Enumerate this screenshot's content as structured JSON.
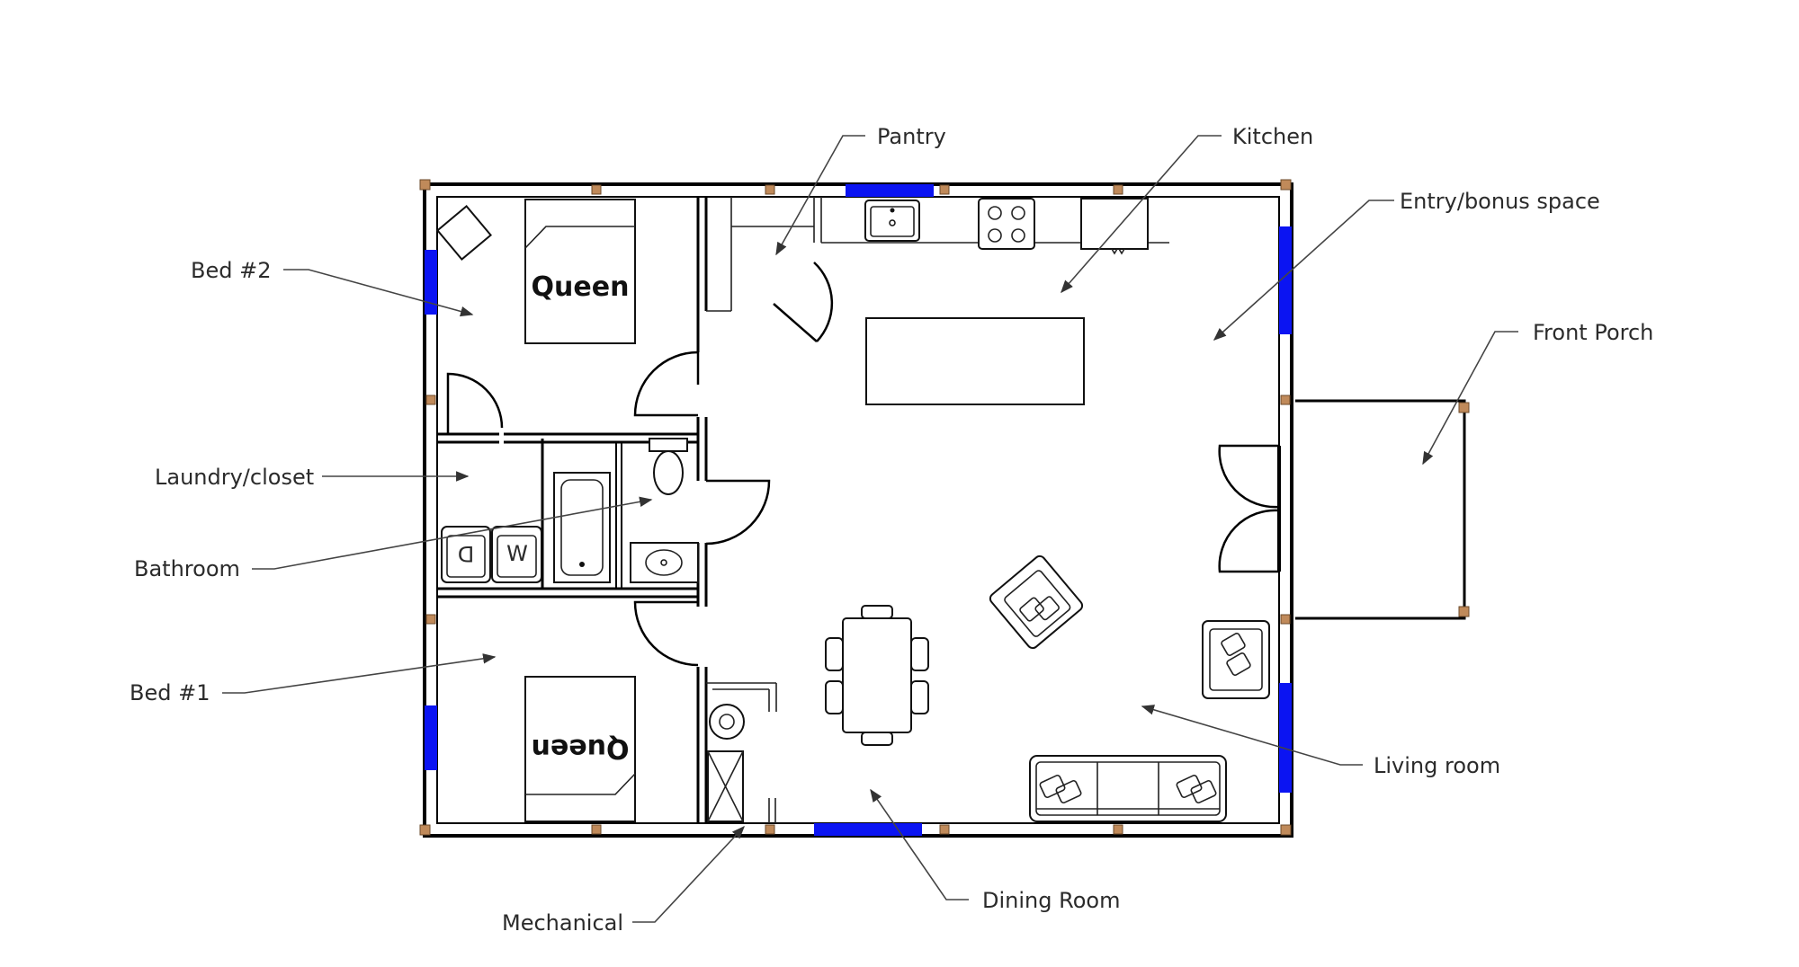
{
  "plan": {
    "window_color": "#0b14f2",
    "post_color": "#c08a5a",
    "beds": {
      "bed2_label": "Queen",
      "bed1_label": "Queen"
    },
    "rooms": {
      "pantry": "Pantry",
      "kitchen": "Kitchen",
      "entry": "Entry/bonus space",
      "front_porch": "Front Porch",
      "bed2": "Bed #2",
      "laundry": "Laundry/closet",
      "bathroom": "Bathroom",
      "bed1": "Bed #1",
      "living_room": "Living room",
      "dining_room": "Dining Room",
      "mechanical": "Mechanical"
    },
    "appliances": {
      "dryer_letter": "D",
      "washer_letter": "W"
    },
    "icons": [
      "leader-arrow",
      "door-swing",
      "window",
      "post"
    ]
  }
}
